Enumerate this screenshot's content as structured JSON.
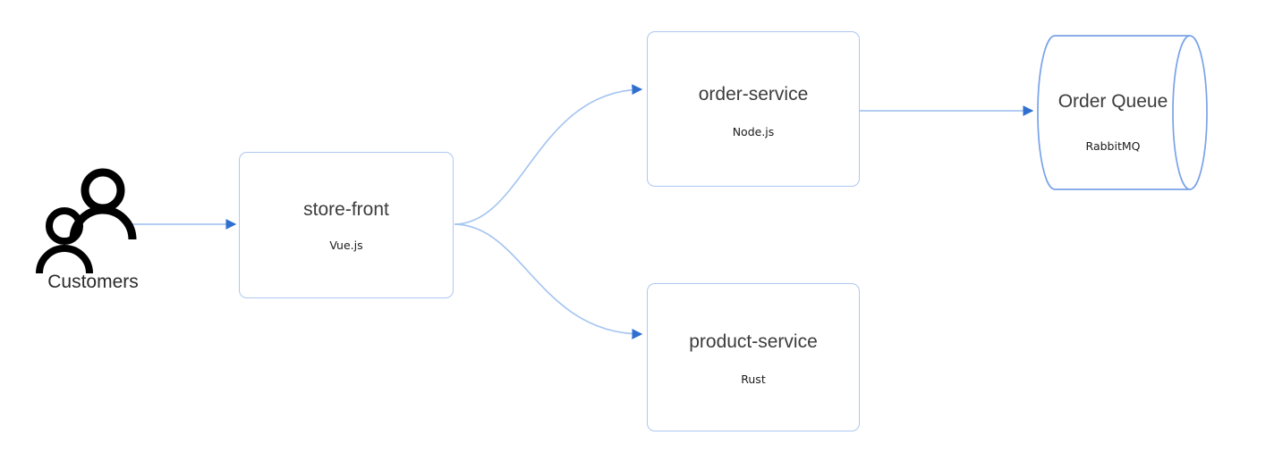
{
  "diagram": {
    "type": "architecture-flow",
    "background_color": "#ffffff",
    "edge_color": "#a8c6f0",
    "arrowhead_color": "#2f6fd0",
    "node_border_color": "#aec7f0",
    "node_fill_color": "#ffffff",
    "title_color": "#3c3c3c",
    "subtitle_color": "#1a1a1a"
  },
  "nodes": {
    "customers": {
      "label": "Customers",
      "icon": "two-people-icon",
      "shape": "actor"
    },
    "store_front": {
      "title": "store-front",
      "subtitle": "Vue.js",
      "shape": "rounded-rect"
    },
    "order_service": {
      "title": "order-service",
      "subtitle": "Node.js",
      "shape": "rounded-rect"
    },
    "product_service": {
      "title": "product-service",
      "subtitle": "Rust",
      "shape": "rounded-rect"
    },
    "order_queue": {
      "title": "Order Queue",
      "subtitle": "RabbitMQ",
      "shape": "cylinder"
    }
  },
  "edges": [
    {
      "id": "customers-to-store-front",
      "from": "customers",
      "to": "store_front",
      "style": "straight",
      "label": ""
    },
    {
      "id": "store-front-to-order-service",
      "from": "store_front",
      "to": "order_service",
      "style": "curved",
      "label": ""
    },
    {
      "id": "store-front-to-product-service",
      "from": "store_front",
      "to": "product_service",
      "style": "curved",
      "label": ""
    },
    {
      "id": "order-service-to-order-queue",
      "from": "order_service",
      "to": "order_queue",
      "style": "straight",
      "label": ""
    }
  ]
}
